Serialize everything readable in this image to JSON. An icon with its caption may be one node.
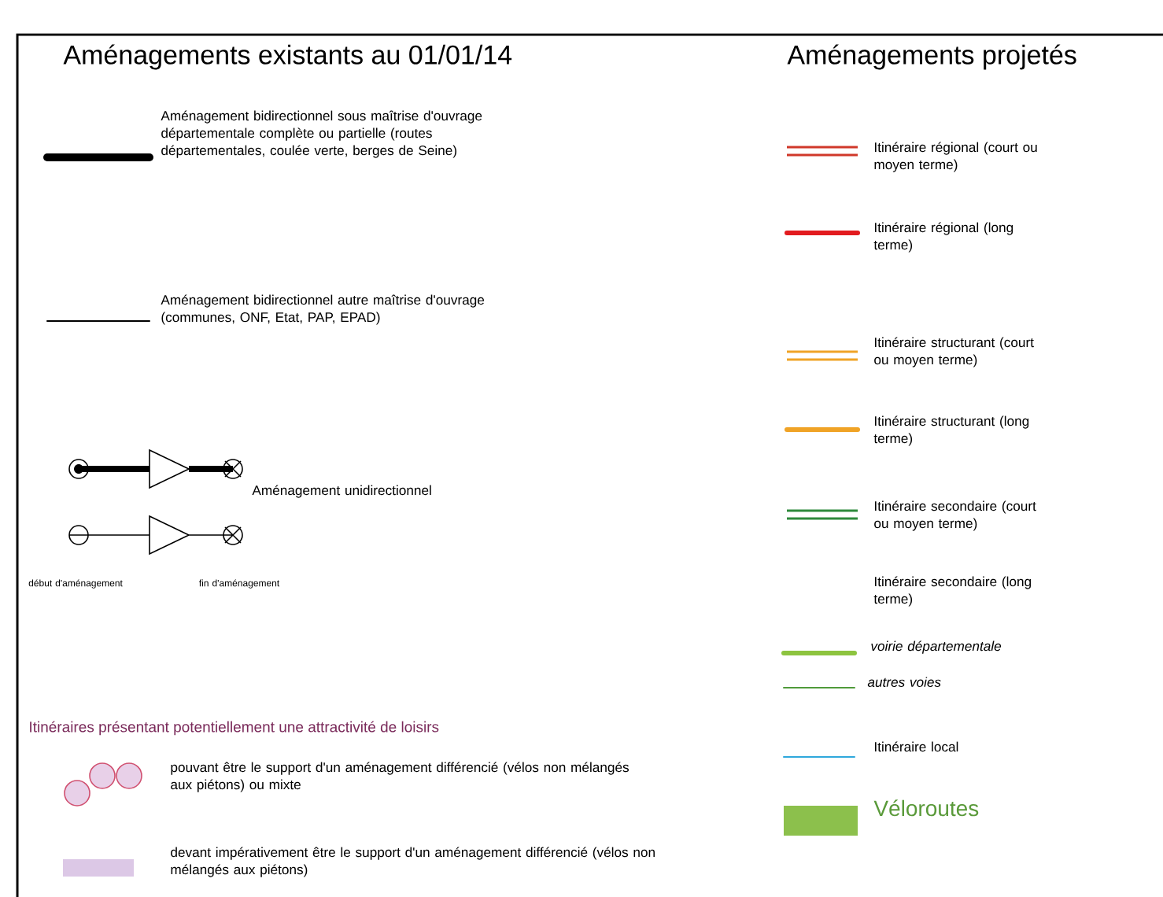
{
  "diagram": {
    "labels": [
      "Aménagements existants au 01/01/14",
      "Aménagements projetés",
      "début d'aménagement",
      "fin d'aménagement",
      "Itinéraires présentant potentiellement une attractivité de loisirs"
    ],
    "legend": [
      {
        "text": "Aménagement bidirectionnel sous maîtrise d'ouvrage départementale complète ou partielle (routes départementales, coulée verte, berges de Seine)"
      },
      {
        "text": "Aménagement bidirectionnel autre maîtrise d'ouvrage (communes, ONF, Etat, PAP, EPAD)"
      },
      {
        "text": "Aménagement unidirectionnel"
      },
      {
        "text": "pouvant être le support d'un aménagement différencié (vélos non mélangés aux piétons) ou mixte"
      },
      {
        "text": "devant impérativement être le support d'un aménagement différencié (vélos non mélangés aux piétons)",
        "color": "#dcc8e6"
      },
      {
        "text": "Itinéraire régional (court ou moyen terme)"
      },
      {
        "text": "Itinéraire régional (long terme)"
      },
      {
        "text": "Itinéraire structurant (court ou moyen terme)"
      },
      {
        "text": "Itinéraire structurant (long terme)"
      },
      {
        "text": "Itinéraire secondaire (court ou moyen terme)"
      },
      {
        "text": "Itinéraire secondaire (long terme)"
      },
      {
        "text": "voirie départementale"
      },
      {
        "text": "autres voies"
      },
      {
        "text": "Itinéraire local"
      },
      {
        "text": "Véloroutes",
        "color": "#8cc04c"
      }
    ]
  }
}
